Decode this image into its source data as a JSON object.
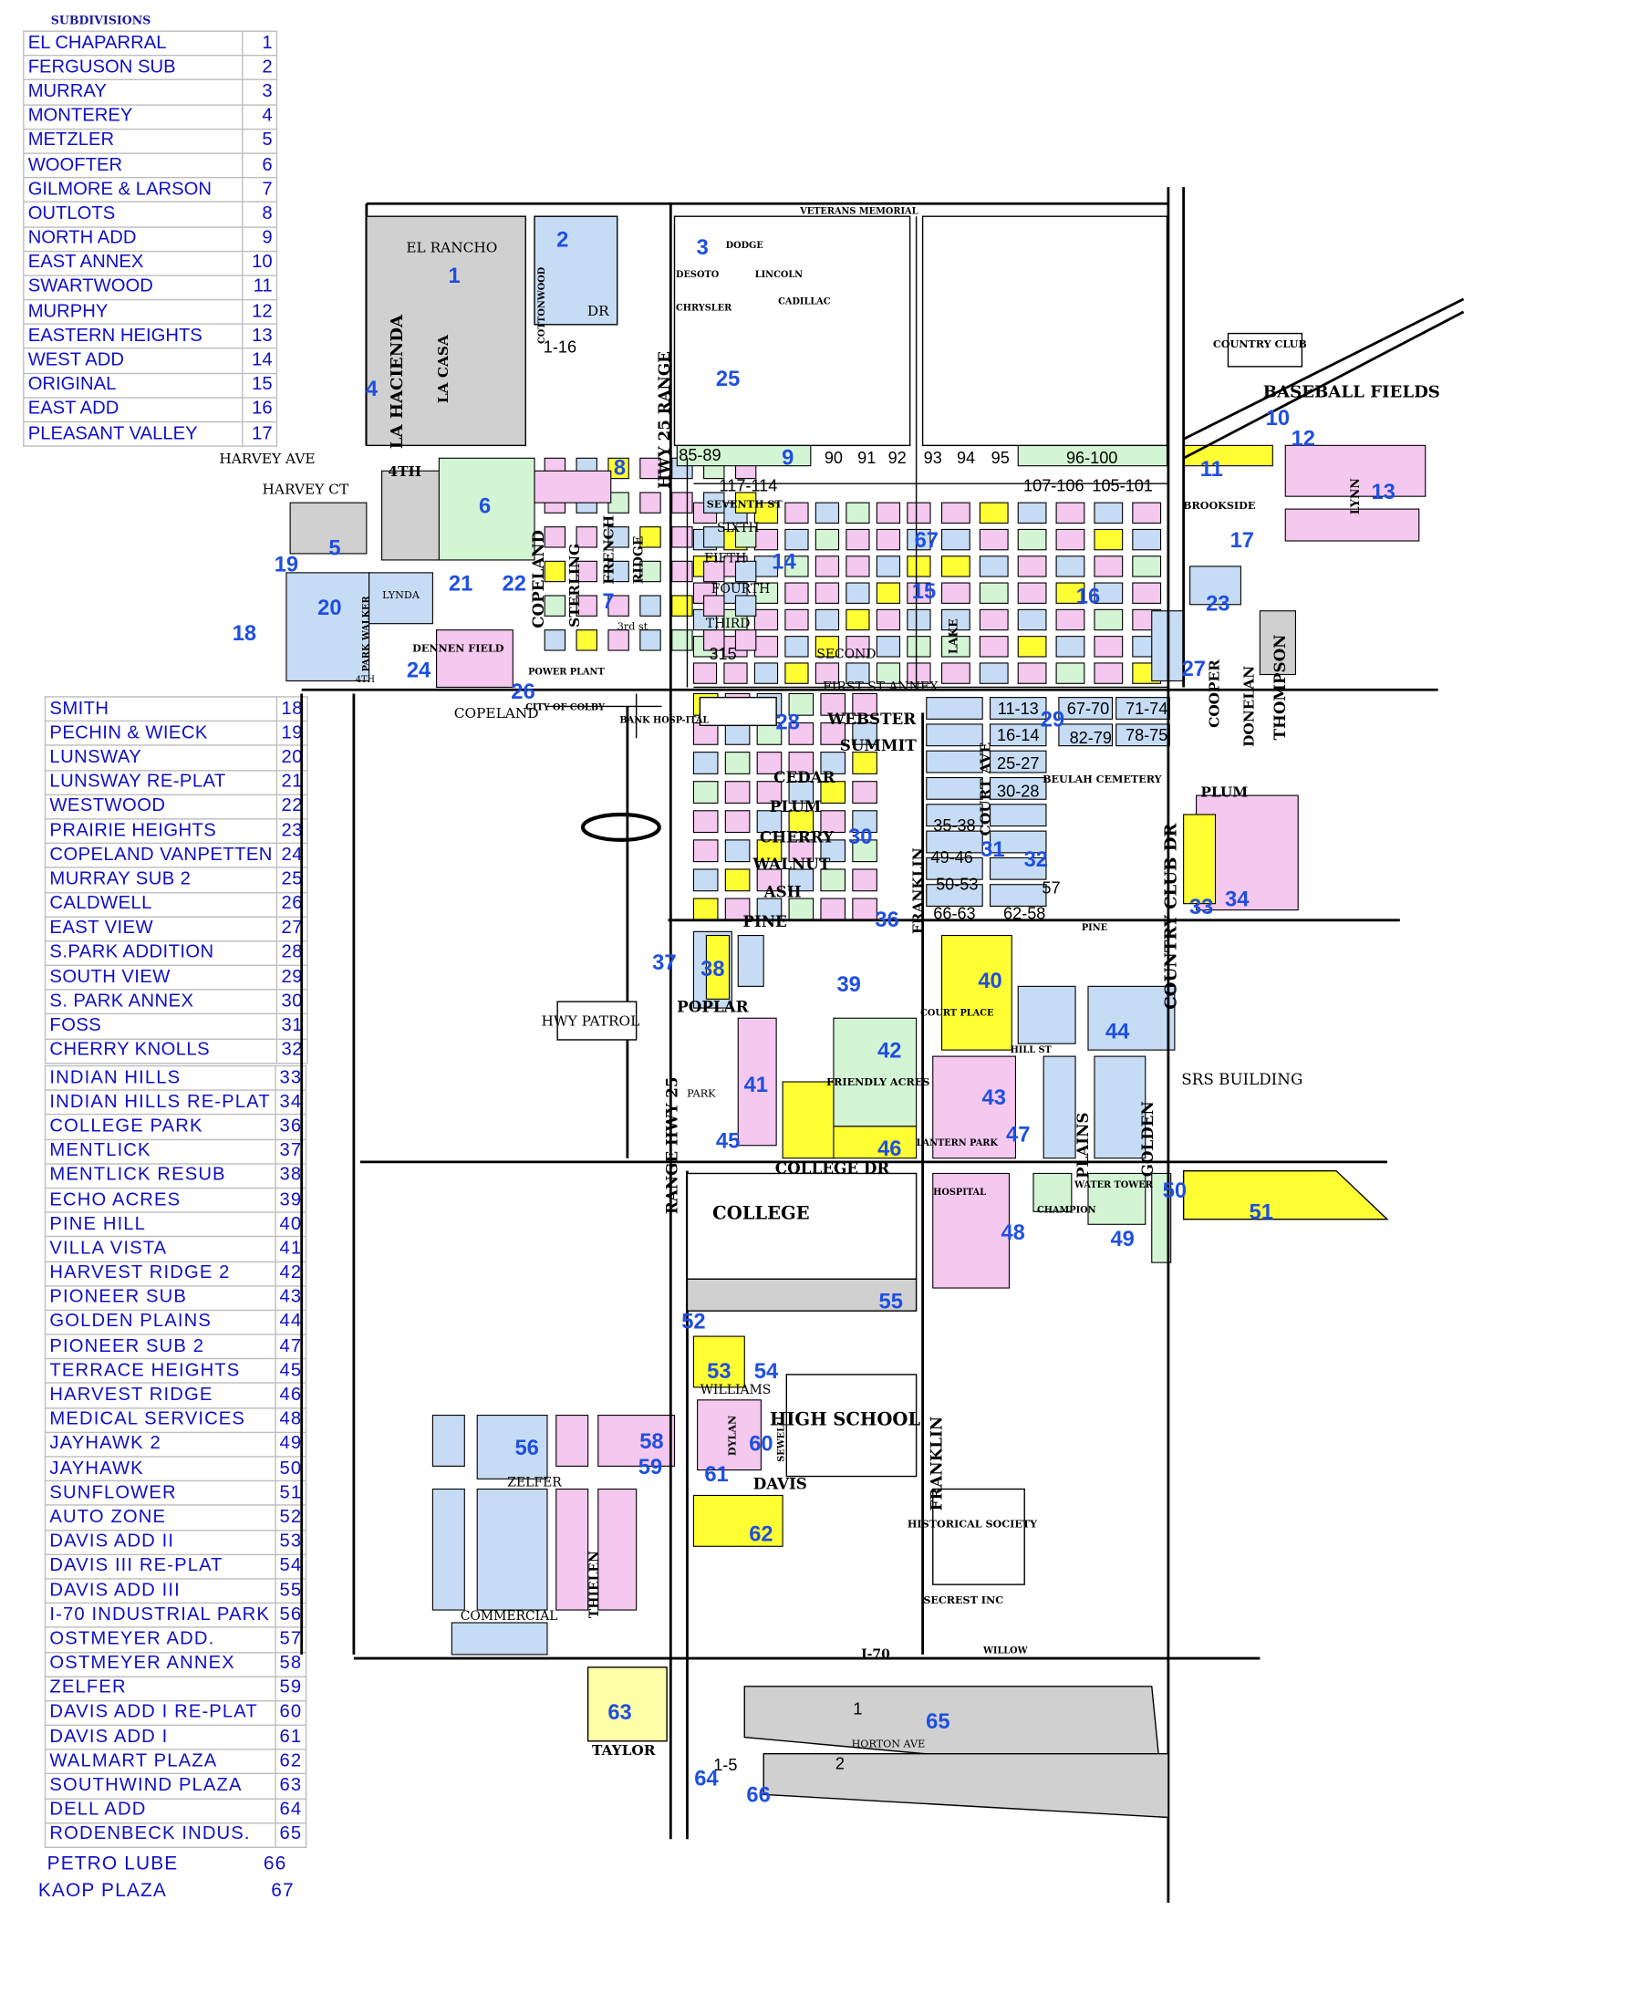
{
  "legend": {
    "title": "SUBDIVISIONS",
    "groups": [
      [
        {
          "name": "EL CHAPARRAL",
          "num": "1"
        },
        {
          "name": "FERGUSON SUB",
          "num": "2"
        },
        {
          "name": "MURRAY",
          "num": "3"
        },
        {
          "name": "MONTEREY",
          "num": "4"
        },
        {
          "name": "METZLER",
          "num": "5"
        },
        {
          "name": "WOOFTER",
          "num": "6"
        },
        {
          "name": "GILMORE & LARSON",
          "num": "7"
        },
        {
          "name": "OUTLOTS",
          "num": "8"
        },
        {
          "name": "NORTH ADD",
          "num": "9"
        },
        {
          "name": "EAST ANNEX",
          "num": "10"
        },
        {
          "name": "SWARTWOOD",
          "num": "11"
        },
        {
          "name": "MURPHY",
          "num": "12"
        },
        {
          "name": "EASTERN HEIGHTS",
          "num": "13"
        },
        {
          "name": "WEST ADD",
          "num": "14"
        },
        {
          "name": "ORIGINAL",
          "num": "15"
        },
        {
          "name": "EAST ADD",
          "num": "16"
        },
        {
          "name": "PLEASANT VALLEY",
          "num": "17"
        }
      ],
      [
        {
          "name": "SMITH",
          "num": "18"
        },
        {
          "name": "PECHIN & WIECK",
          "num": "19"
        },
        {
          "name": "LUNSWAY",
          "num": "20"
        },
        {
          "name": "LUNSWAY RE-PLAT",
          "num": "21"
        },
        {
          "name": "WESTWOOD",
          "num": "22"
        },
        {
          "name": "PRAIRIE HEIGHTS",
          "num": "23"
        },
        {
          "name": "COPELAND VANPETTEN",
          "num": "24"
        },
        {
          "name": "MURRAY SUB 2",
          "num": "25"
        },
        {
          "name": "CALDWELL",
          "num": "26"
        },
        {
          "name": "EAST VIEW",
          "num": "27"
        },
        {
          "name": "S.PARK ADDITION",
          "num": "28"
        },
        {
          "name": "SOUTH VIEW",
          "num": "29"
        },
        {
          "name": "S. PARK ANNEX",
          "num": "30"
        },
        {
          "name": "FOSS",
          "num": "31"
        },
        {
          "name": "CHERRY KNOLLS",
          "num": "32"
        }
      ],
      [
        {
          "name": "INDIAN HILLS",
          "num": "33"
        },
        {
          "name": "INDIAN HILLS RE-PLAT",
          "num": "34"
        },
        {
          "name": "COLLEGE PARK",
          "num": "36"
        },
        {
          "name": "MENTLICK",
          "num": "37"
        },
        {
          "name": "MENTLICK RESUB",
          "num": "38"
        },
        {
          "name": "ECHO ACRES",
          "num": "39"
        },
        {
          "name": "PINE HILL",
          "num": "40"
        },
        {
          "name": "VILLA VISTA",
          "num": "41"
        },
        {
          "name": "HARVEST RIDGE 2",
          "num": "42"
        },
        {
          "name": "PIONEER SUB",
          "num": "43"
        },
        {
          "name": "GOLDEN PLAINS",
          "num": "44"
        },
        {
          "name": "PIONEER SUB 2",
          "num": "47"
        },
        {
          "name": "TERRACE HEIGHTS",
          "num": "45"
        },
        {
          "name": "HARVEST RIDGE",
          "num": "46"
        },
        {
          "name": "MEDICAL SERVICES",
          "num": "48"
        },
        {
          "name": "JAYHAWK 2",
          "num": "49"
        },
        {
          "name": "JAYHAWK",
          "num": "50"
        },
        {
          "name": "SUNFLOWER",
          "num": "51"
        },
        {
          "name": "AUTO ZONE",
          "num": "52"
        },
        {
          "name": "DAVIS ADD II",
          "num": "53"
        },
        {
          "name": "DAVIS III RE-PLAT",
          "num": "54"
        },
        {
          "name": "DAVIS ADD III",
          "num": "55"
        },
        {
          "name": "I-70 INDUSTRIAL PARK",
          "num": "56"
        },
        {
          "name": "OSTMEYER ADD.",
          "num": "57"
        },
        {
          "name": "OSTMEYER ANNEX",
          "num": "58"
        },
        {
          "name": "ZELFER",
          "num": "59"
        },
        {
          "name": "DAVIS ADD I RE-PLAT",
          "num": "60"
        },
        {
          "name": "DAVIS ADD I",
          "num": "61"
        },
        {
          "name": "WALMART PLAZA",
          "num": "62"
        },
        {
          "name": "SOUTHWIND PLAZA",
          "num": "63"
        },
        {
          "name": "DELL ADD",
          "num": "64"
        },
        {
          "name": "RODENBECK INDUS.",
          "num": "65"
        }
      ]
    ],
    "extras": [
      {
        "name": "PETRO LUBE",
        "num": "66"
      },
      {
        "name": "KAOP PLAZA",
        "num": "67"
      }
    ]
  },
  "map": {
    "labels": [
      "VETERANS MEMORIAL",
      "EL RANCHO",
      "LA HACIENDA",
      "LA CASA",
      "COTTONWOOD",
      "DR",
      "DODGE",
      "DESOTO",
      "LINCOLN",
      "CHRYSLER",
      "CADILLAC",
      "HWY 25 RANGE",
      "COUNTRY CLUB",
      "BASEBALL FIELDS",
      "HARVEY AVE",
      "HARVEY CT",
      "4TH",
      "SEVENTH ST",
      "SIXTH",
      "FIFTH",
      "FOURTH",
      "THIRD",
      "SECOND",
      "FIRST ST ANNEX",
      "COPELAND",
      "STERLING",
      "FRENCH",
      "RIDGE",
      "BROOKSIDE",
      "LYNDA",
      "PARK WALKER",
      "DENNEN FIELD",
      "POWER PLANT",
      "3rd st",
      "CITY OF COLBY",
      "BANK HOSP-ITAL",
      "COPELAND",
      "WEBSTER",
      "SUMMIT",
      "CEDAR",
      "PLUM",
      "CHERRY",
      "WALNUT",
      "ASH",
      "PINE",
      "POPLAR",
      "BEULAH CEMETERY",
      "COUNTRY CLUB DR",
      "COURT AVE",
      "FRANKLIN",
      "LAKE",
      "HWY PATROL",
      "RANGE HWY 25",
      "HILL ST",
      "PLAINS",
      "GOLDEN",
      "SRS BUILDING",
      "FRIENDLY ACRES",
      "LANTERN PARK",
      "PARK",
      "COLLEGE DR",
      "COLLEGE",
      "HOSPITAL",
      "WATER TOWER",
      "CHAMPION",
      "WILLIAMS",
      "HIGH SCHOOL",
      "FRANKLIN",
      "ZELFER",
      "DAVIS",
      "COMMERCIAL",
      "THIELEN",
      "HISTORICAL SOCIETY",
      "SECREST INC",
      "I-70",
      "WILLOW",
      "HORTON AVE",
      "TAYLOR",
      "LYNN",
      "COOPER",
      "DONELAN",
      "THOMPSON",
      "PLUM",
      "PINE",
      "COURT PLACE",
      "4TH",
      "SEWELL",
      "DYLAN"
    ],
    "subdivision_markers": [
      "1",
      "2",
      "3",
      "4",
      "5",
      "6",
      "7",
      "8",
      "9",
      "10",
      "11",
      "12",
      "13",
      "14",
      "15",
      "16",
      "17",
      "18",
      "19",
      "20",
      "21",
      "22",
      "23",
      "24",
      "25",
      "26",
      "27",
      "28",
      "29",
      "30",
      "31",
      "32",
      "33",
      "34",
      "36",
      "37",
      "38",
      "39",
      "40",
      "41",
      "42",
      "43",
      "44",
      "45",
      "46",
      "47",
      "48",
      "49",
      "50",
      "51",
      "52",
      "53",
      "54",
      "55",
      "56",
      "58",
      "59",
      "60",
      "61",
      "62",
      "63",
      "64",
      "65",
      "66",
      "67"
    ],
    "block_numbers": [
      "315",
      "85-89",
      "96-100",
      "117-114",
      "107-106",
      "105-101",
      "90",
      "91",
      "92",
      "93",
      "94",
      "95",
      "11-13",
      "67-70",
      "71-74",
      "16-14",
      "82-79",
      "78-75",
      "25-27",
      "30-28",
      "35-38",
      "49-46",
      "50-53",
      "66-63",
      "62-58",
      "57",
      "1-16",
      "1-5",
      "1",
      "2"
    ],
    "colors": {
      "yellow": "#ffff33",
      "pink": "#f5c8f0",
      "blue": "#c6dcf5",
      "green": "#d4f5d4",
      "gray": "#d0d0d0",
      "marker": "#1f4fe0"
    }
  }
}
